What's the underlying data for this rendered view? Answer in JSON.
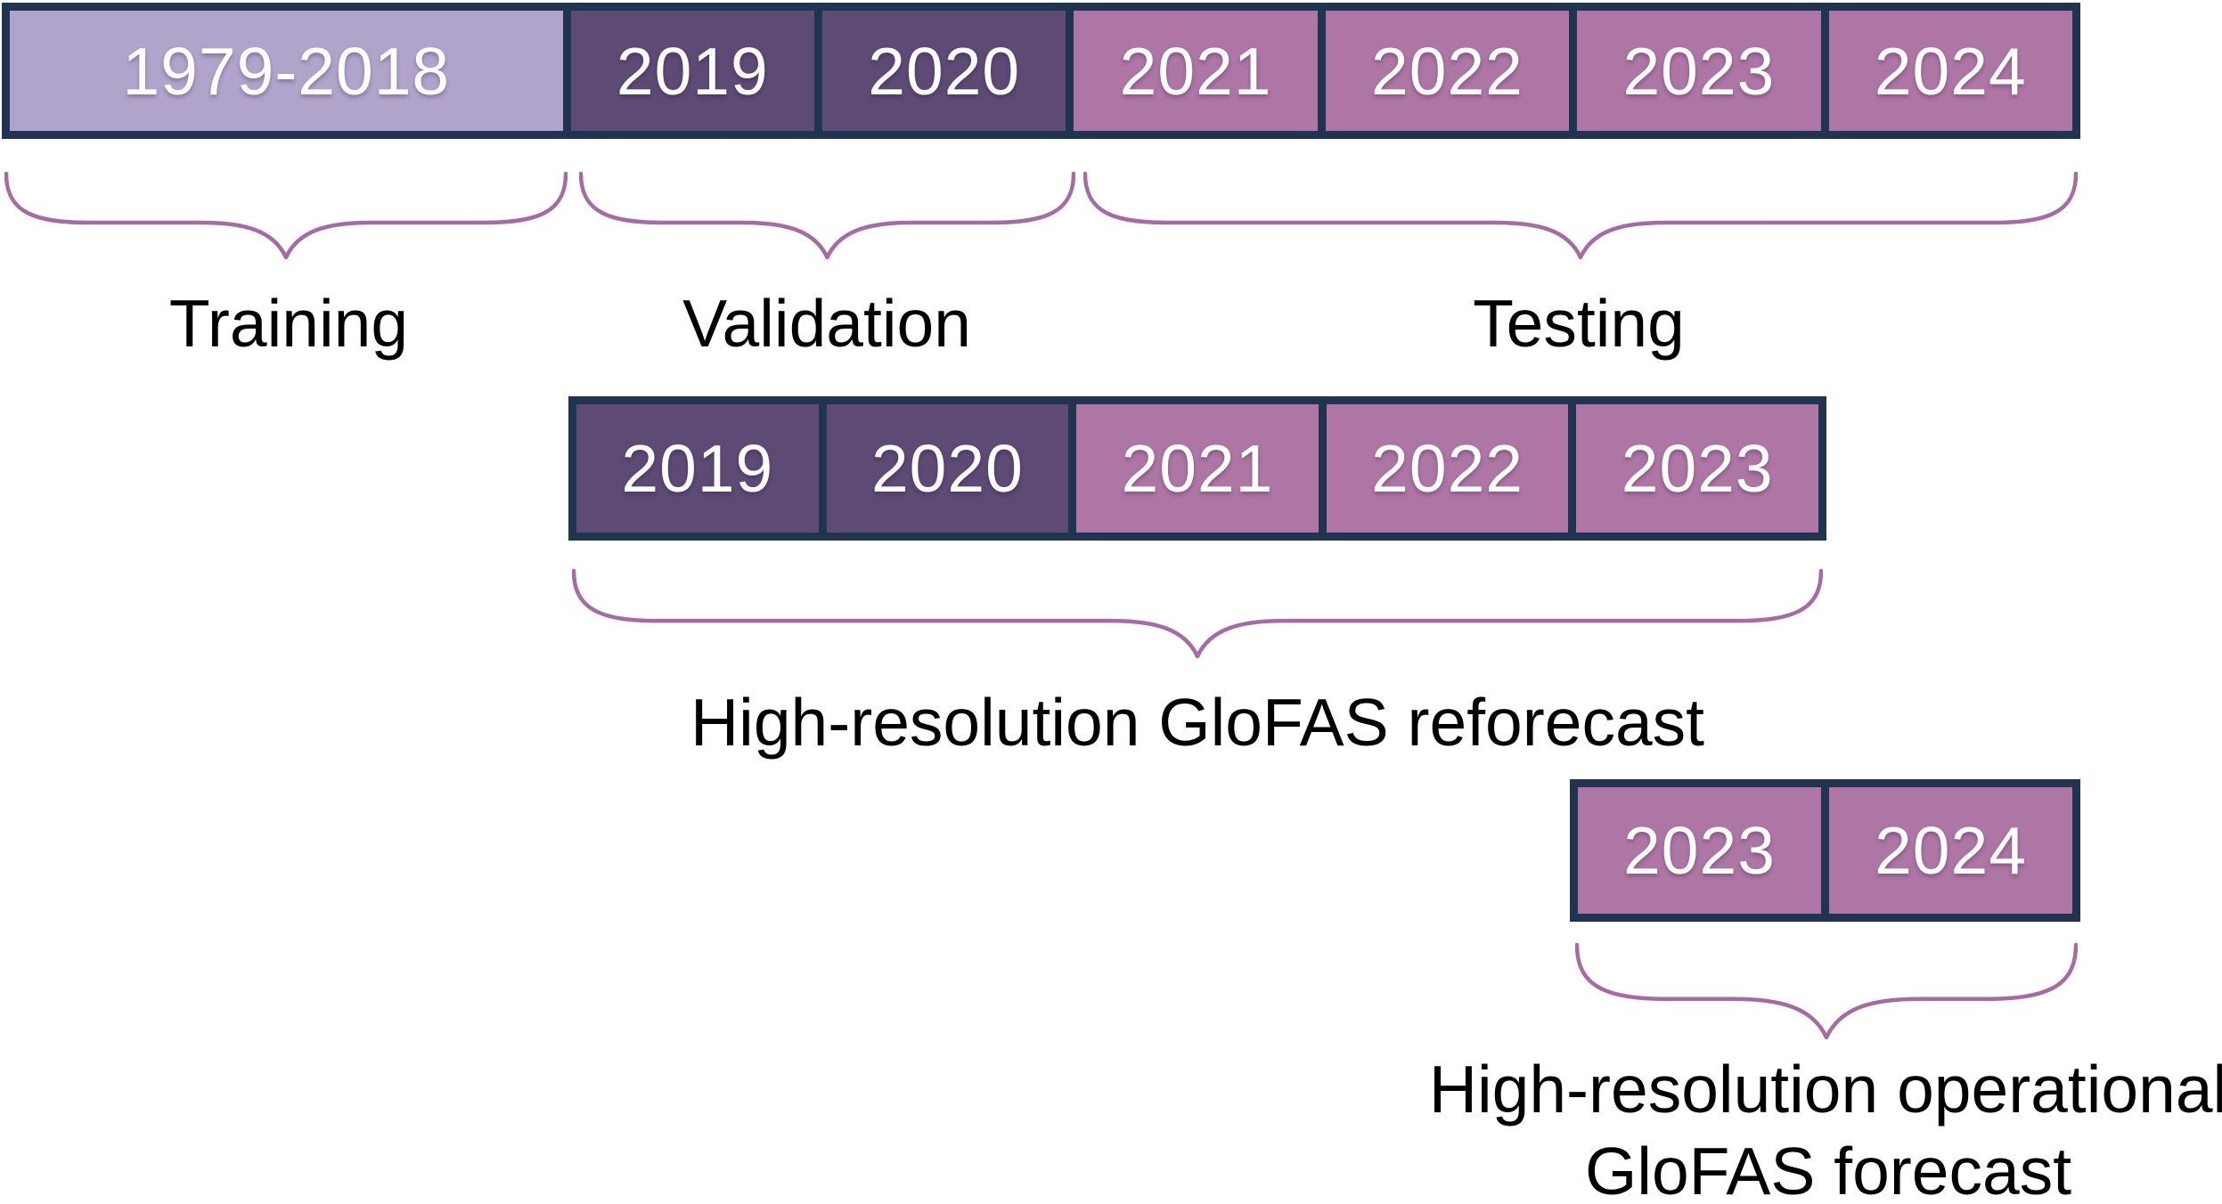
{
  "colors": {
    "background": "#ffffff",
    "frame": "#203350",
    "block_light": "#b1a4cb",
    "block_dark": "#5d4a75",
    "block_mauve": "#ae76a5",
    "brace": "#a76ba3",
    "year_text": "#ffffff",
    "label_text": "#000000"
  },
  "rows": {
    "timeline": {
      "segments": [
        {
          "label": "1979-2018",
          "tone": "light",
          "span": 2.27
        },
        {
          "label": "2019",
          "tone": "dark",
          "span": 1
        },
        {
          "label": "2020",
          "tone": "dark",
          "span": 1
        },
        {
          "label": "2021",
          "tone": "mauve",
          "span": 1
        },
        {
          "label": "2022",
          "tone": "mauve",
          "span": 1
        },
        {
          "label": "2023",
          "tone": "mauve",
          "span": 1
        },
        {
          "label": "2024",
          "tone": "mauve",
          "span": 1
        }
      ]
    },
    "reforecast": {
      "segments": [
        {
          "label": "2019",
          "tone": "dark",
          "span": 1
        },
        {
          "label": "2020",
          "tone": "dark",
          "span": 1
        },
        {
          "label": "2021",
          "tone": "mauve",
          "span": 1
        },
        {
          "label": "2022",
          "tone": "mauve",
          "span": 1
        },
        {
          "label": "2023",
          "tone": "mauve",
          "span": 1
        }
      ]
    },
    "forecast": {
      "segments": [
        {
          "label": "2023",
          "tone": "mauve",
          "span": 1
        },
        {
          "label": "2024",
          "tone": "mauve",
          "span": 1
        }
      ]
    }
  },
  "labels": {
    "training": "Training",
    "validation": "Validation",
    "testing": "Testing",
    "reforecast": "High-resolution GloFAS reforecast",
    "operational_line1": "High-resolution operational",
    "operational_line2": "GloFAS forecast"
  }
}
